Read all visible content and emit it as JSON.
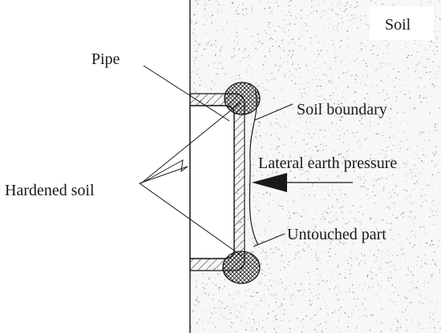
{
  "labels": {
    "soil": "Soil",
    "pipe": "Pipe",
    "soil_boundary": "Soil boundary",
    "lateral_earth_pressure": "Lateral earth pressure",
    "hardened_soil": "Hardened soil",
    "untouched_part": "Untouched part"
  },
  "colors": {
    "line": "#1a1a1a",
    "soil_fill": "#f7f7f7",
    "speckle": "#7a7a7a",
    "pipe_void": "#ffffff"
  }
}
